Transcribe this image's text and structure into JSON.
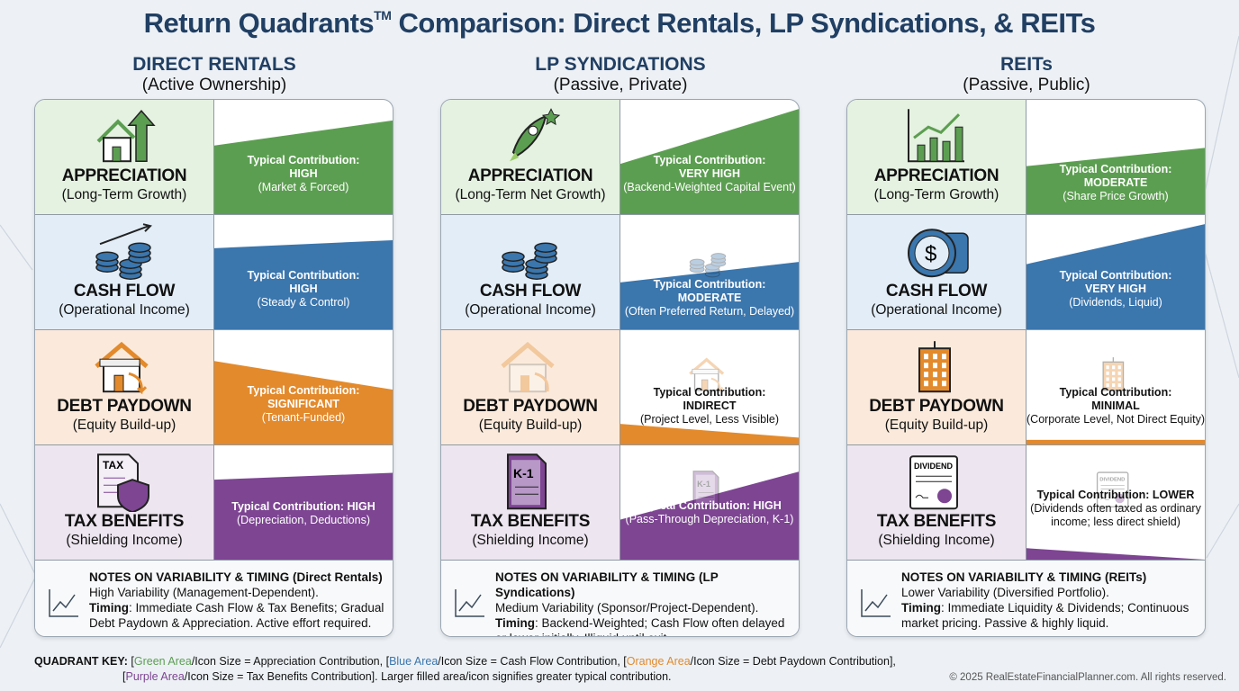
{
  "title": "Return Quadrants",
  "title_tm": "TM",
  "title_rest": " Comparison: Direct Rentals, LP Syndications, & REITs",
  "colors": {
    "green": "#5c9e51",
    "blue": "#3b76ad",
    "orange": "#e38a2c",
    "purple": "#7d4592",
    "title": "#213f63"
  },
  "columns": [
    {
      "title": "DIRECT RENTALS",
      "subtitle": "(Active Ownership)",
      "quadrants": [
        {
          "key": "green",
          "bg": "#e5f1e1",
          "icon": "house-arrow-icon",
          "label": "APPRECIATION",
          "sub": "(Long-Term Growth)",
          "c_label": "Typical Contribution:",
          "level": "HIGH",
          "detail": "(Market & Forced)",
          "fill": [
            0.6,
            0.82
          ],
          "dark": false
        },
        {
          "key": "blue",
          "bg": "#e2edf7",
          "icon": "coins-arrow-icon",
          "label": "CASH FLOW",
          "sub": "(Operational Income)",
          "c_label": "Typical Contribution:",
          "level": "HIGH",
          "detail": "(Steady & Control)",
          "fill": [
            0.71,
            0.78
          ],
          "dark": false
        },
        {
          "key": "orange",
          "bg": "#fbeadb",
          "icon": "mortgage-house-icon",
          "label": "DEBT PAYDOWN",
          "sub": "(Equity Build-up)",
          "c_label": "Typical Contribution:",
          "level": "SIGNIFICANT",
          "detail": "(Tenant-Funded)",
          "fill": [
            0.73,
            0.48
          ],
          "dark": false
        },
        {
          "key": "purple",
          "bg": "#ede5f0",
          "icon": "tax-shield-icon",
          "label": "TAX BENEFITS",
          "sub": "(Shielding Income)",
          "c_label": "Typical Contribution: HIGH",
          "level": "",
          "detail": "(Depreciation, Deductions)",
          "fill": [
            0.7,
            0.76
          ],
          "dark": false
        }
      ],
      "notes": {
        "heading": "NOTES ON VARIABILITY & TIMING (Direct Rentals)",
        "variability": "High Variability (Management-Dependent).",
        "timing_label": "Timing",
        "timing": ": Immediate Cash Flow & Tax Benefits; Gradual Debt Paydown & Appreciation. Active effort required."
      }
    },
    {
      "title": "LP SYNDICATIONS",
      "subtitle": "(Passive, Private)",
      "quadrants": [
        {
          "key": "green",
          "bg": "#e5f1e1",
          "icon": "rocket-icon",
          "label": "APPRECIATION",
          "sub": "(Long-Term Net Growth)",
          "c_label": "Typical Contribution:",
          "level": "VERY HIGH",
          "detail": "(Backend-Weighted Capital Event)",
          "fill": [
            0.44,
            0.92
          ],
          "dark": false
        },
        {
          "key": "blue",
          "bg": "#e2edf7",
          "icon": "coins-icon",
          "label": "CASH FLOW",
          "sub": "(Operational Income)",
          "c_label": "Typical Contribution:",
          "level": "MODERATE",
          "detail": "(Often Preferred Return, Delayed)",
          "fill": [
            0.41,
            0.59
          ],
          "dark": false,
          "ghost": "coins-icon"
        },
        {
          "key": "orange",
          "bg": "#fbeadb",
          "icon": "mortgage-house-faded-icon",
          "label": "DEBT PAYDOWN",
          "sub": "(Equity Build-up)",
          "c_label": "Typical Contribution:",
          "level": "INDIRECT",
          "detail": "(Project Level, Less Visible)",
          "fill": [
            0.18,
            0.06
          ],
          "dark": true,
          "ghost": "mortgage-house-icon"
        },
        {
          "key": "purple",
          "bg": "#ede5f0",
          "icon": "k1-document-icon",
          "label": "TAX BENEFITS",
          "sub": "(Shielding Income)",
          "c_label": "Typical Contribution: HIGH",
          "level": "",
          "detail": "(Pass-Through Depreciation, K-1)",
          "fill": [
            0.35,
            0.77
          ],
          "dark": false,
          "ghost": "k1-document-icon"
        }
      ],
      "notes": {
        "heading": "NOTES ON VARIABILITY & TIMING (LP Syndications)",
        "variability": "Medium Variability (Sponsor/Project-Dependent).",
        "timing_label": "Timing",
        "timing": ": Backend-Weighted; Cash Flow often delayed or lower initially. Illiquid until exit."
      }
    },
    {
      "title": "REITs",
      "subtitle": "(Passive, Public)",
      "quadrants": [
        {
          "key": "green",
          "bg": "#e5f1e1",
          "icon": "bar-chart-up-icon",
          "label": "APPRECIATION",
          "sub": "(Long-Term Growth)",
          "c_label": "Typical Contribution:",
          "level": "MODERATE",
          "detail": "(Share Price Growth)",
          "fill": [
            0.42,
            0.58
          ],
          "dark": false
        },
        {
          "key": "blue",
          "bg": "#e2edf7",
          "icon": "dollar-coins-icon",
          "label": "CASH FLOW",
          "sub": "(Operational Income)",
          "c_label": "Typical Contribution:",
          "level": "VERY HIGH",
          "detail": "(Dividends, Liquid)",
          "fill": [
            0.57,
            0.92
          ],
          "dark": false
        },
        {
          "key": "orange",
          "bg": "#fbeadb",
          "icon": "office-building-icon",
          "label": "DEBT PAYDOWN",
          "sub": "(Equity Build-up)",
          "c_label": "Typical Contribution:",
          "level": "MINIMAL",
          "detail": "(Corporate Level, Not Direct Equity)",
          "fill": [
            0.04,
            0.04
          ],
          "dark": true,
          "ghost": "office-building-icon"
        },
        {
          "key": "purple",
          "bg": "#ede5f0",
          "icon": "dividend-certificate-icon",
          "label": "TAX BENEFITS",
          "sub": "(Shielding Income)",
          "c_label": "Typical Contribution: LOWER",
          "level": "",
          "detail": "(Dividends often taxed as ordinary income; less direct shield)",
          "fill": [
            0.1,
            0.0
          ],
          "dark": true,
          "ghost": "dividend-certificate-icon"
        }
      ],
      "notes": {
        "heading": "NOTES ON VARIABILITY & TIMING (REITs)",
        "variability": "Lower Variability (Diversified Portfolio).",
        "timing_label": "Timing",
        "timing": ": Immediate Liquidity & Dividends; Continuous market pricing. Passive & highly liquid."
      }
    }
  ],
  "key": {
    "label": "QUADRANT KEY:",
    "green": "Green Area",
    "green_rest": "/Icon Size = Appreciation Contribution, [",
    "blue": "Blue Area",
    "blue_rest": "/Icon Size = Cash Flow Contribution, [",
    "orange": "Orange Area",
    "orange_rest": "/Icon Size = Debt Paydown Contribution],",
    "purple": "Purple Area",
    "purple_rest": "/Icon Size = Tax Benefits Contribution]. Larger filled area/icon signifies greater typical contribution."
  },
  "copyright": "© 2025 RealEstateFinancialPlanner.com. All rights reserved."
}
